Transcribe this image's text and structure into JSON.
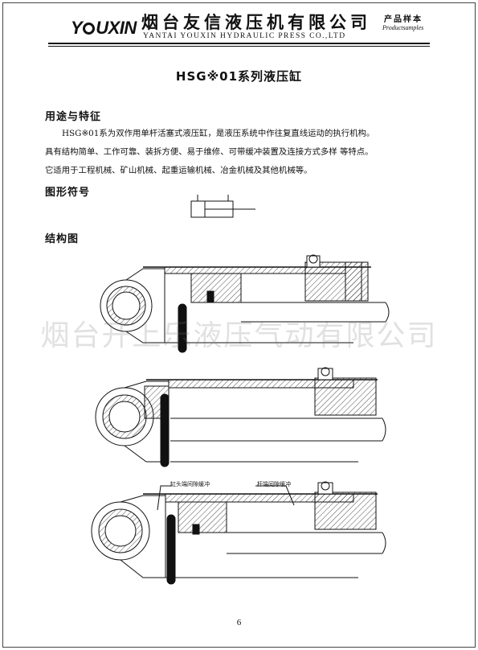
{
  "header": {
    "logo_text": "Y UXIN",
    "logo_before_o": "Y",
    "logo_after_o": "UXIN",
    "company_cn": "烟台友信液压机有限公司",
    "company_en": "YANTAI YOUXIN HYDRAULIC PRESS CO.,LTD",
    "sample_cn": "产品样本",
    "sample_en": "Productsamples"
  },
  "title": "HSG※01系列液压缸",
  "sections": {
    "usage_heading": "用途与特征",
    "usage_lines": [
      "HSG※01系为双作用单杆活塞式液压缸，是液压系统中作往复直线运动的执行机构。",
      "具有结构简单、工作可靠、装拆方便、易于维修、可带缓冲装置及连接方式多样 等特点。",
      "它适用于工程机械、矿山机械、起重运输机械、冶金机械及其他机械等。"
    ],
    "symbol_heading": "图形符号",
    "structure_heading": "结构图"
  },
  "watermark": "烟台开上乐液压气动有限公司",
  "annotations": {
    "cap_cushion": "缸头端间隙缓冲",
    "rod_cushion": "杆端间隙缓冲"
  },
  "page_number": "6"
}
